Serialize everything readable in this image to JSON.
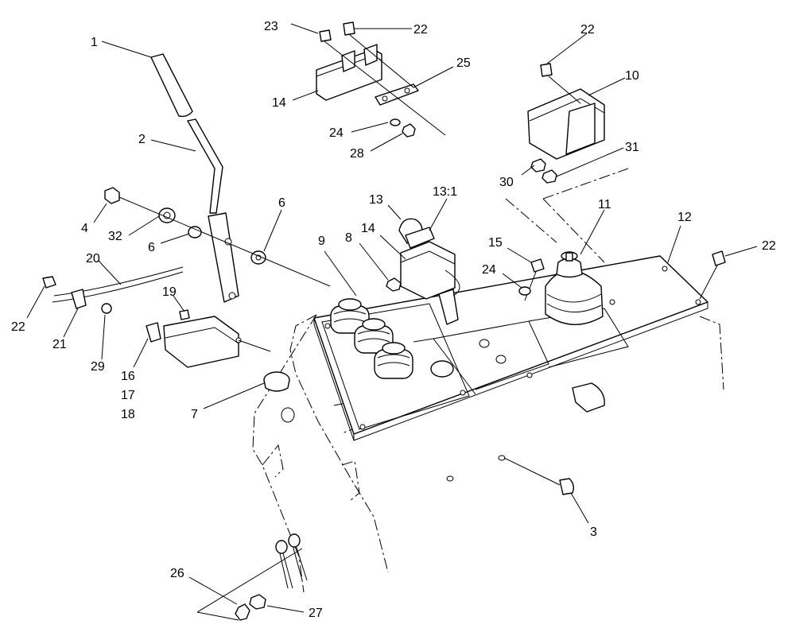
{
  "colors": {
    "line": "#000000",
    "background": "#ffffff"
  },
  "callouts": [
    {
      "id": "c1",
      "text": "1"
    },
    {
      "id": "c2",
      "text": "2"
    },
    {
      "id": "c3",
      "text": "3"
    },
    {
      "id": "c4",
      "text": "4"
    },
    {
      "id": "c6a",
      "text": "6"
    },
    {
      "id": "c6b",
      "text": "6"
    },
    {
      "id": "c7",
      "text": "7"
    },
    {
      "id": "c8",
      "text": "8"
    },
    {
      "id": "c9",
      "text": "9"
    },
    {
      "id": "c10",
      "text": "10"
    },
    {
      "id": "c11",
      "text": "11"
    },
    {
      "id": "c12",
      "text": "12"
    },
    {
      "id": "c13",
      "text": "13"
    },
    {
      "id": "c13_1",
      "text": "13:1"
    },
    {
      "id": "c14a",
      "text": "14"
    },
    {
      "id": "c14b",
      "text": "14"
    },
    {
      "id": "c15",
      "text": "15"
    },
    {
      "id": "c16",
      "text": "16"
    },
    {
      "id": "c17",
      "text": "17"
    },
    {
      "id": "c18",
      "text": "18"
    },
    {
      "id": "c19",
      "text": "19"
    },
    {
      "id": "c20",
      "text": "20"
    },
    {
      "id": "c21",
      "text": "21"
    },
    {
      "id": "c22a",
      "text": "22"
    },
    {
      "id": "c22b",
      "text": "22"
    },
    {
      "id": "c22c",
      "text": "22"
    },
    {
      "id": "c22d",
      "text": "22"
    },
    {
      "id": "c23",
      "text": "23"
    },
    {
      "id": "c24a",
      "text": "24"
    },
    {
      "id": "c24b",
      "text": "24"
    },
    {
      "id": "c25",
      "text": "25"
    },
    {
      "id": "c26",
      "text": "26"
    },
    {
      "id": "c27",
      "text": "27"
    },
    {
      "id": "c28",
      "text": "28"
    },
    {
      "id": "c29",
      "text": "29"
    },
    {
      "id": "c30",
      "text": "30"
    },
    {
      "id": "c31",
      "text": "31"
    },
    {
      "id": "c32",
      "text": "32"
    }
  ]
}
